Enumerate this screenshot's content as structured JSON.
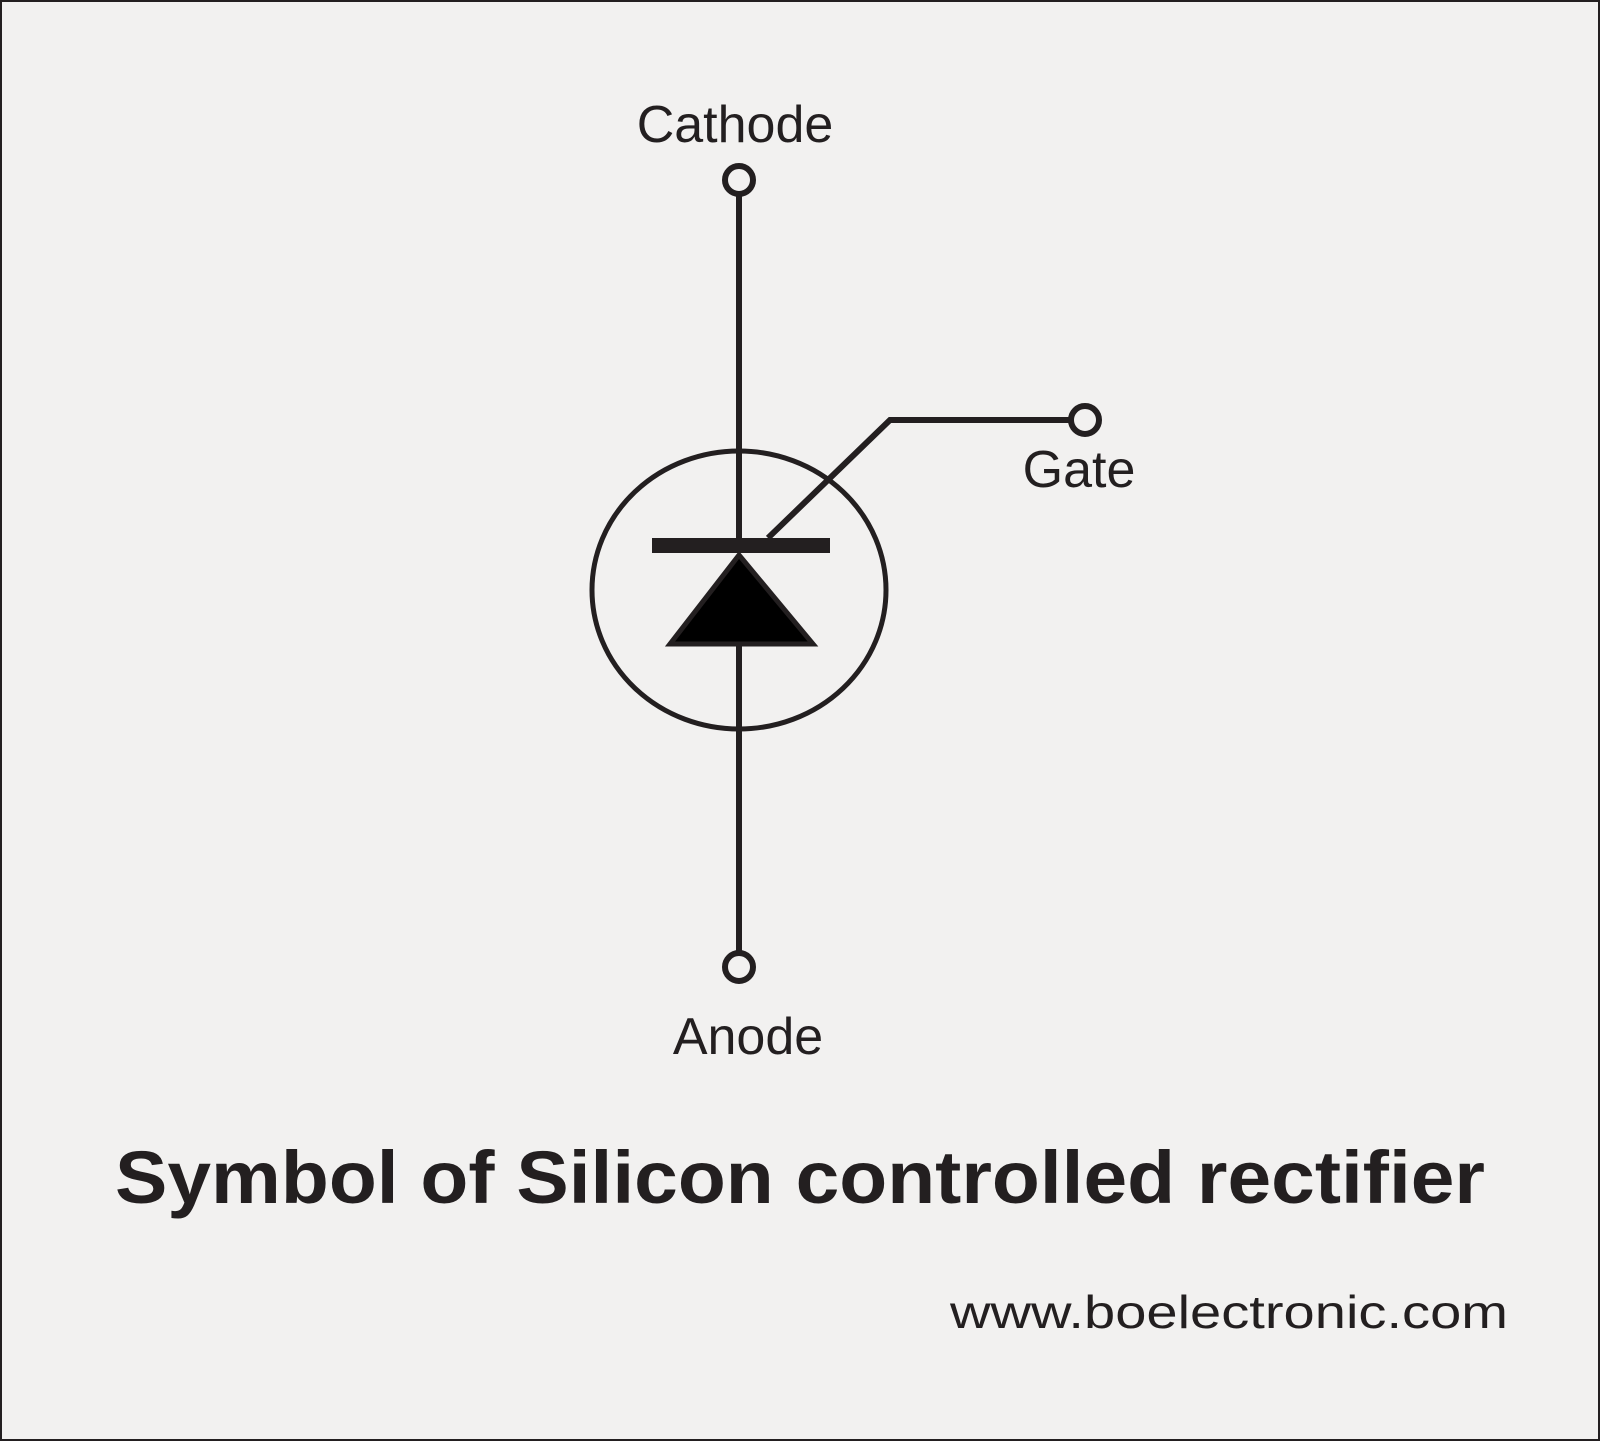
{
  "diagram": {
    "labels": {
      "cathode": "Cathode",
      "gate": "Gate",
      "anode": "Anode"
    },
    "title": "Symbol of Silicon controlled rectifier",
    "website": "www.boelectronic.com"
  },
  "colors": {
    "ink": "#231f20",
    "background": "#f2f1f0"
  }
}
